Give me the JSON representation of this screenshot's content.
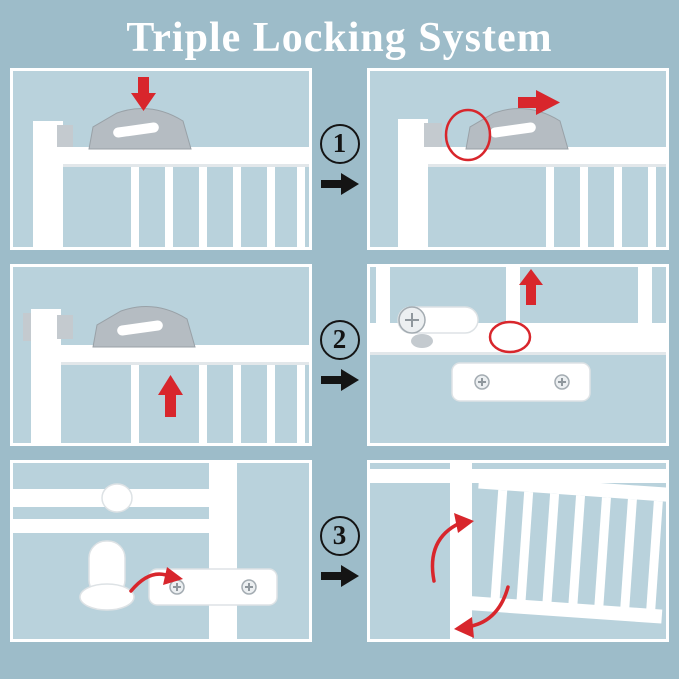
{
  "title": "Triple Locking System",
  "colors": {
    "page_background": "#9dbcc9",
    "panel_background": "#b9d2dc",
    "panel_border": "#ffffff",
    "accent_red": "#d8262c",
    "step_marker": "#141414",
    "gate_white": "#ffffff",
    "handle_gray": "#b5bcc2"
  },
  "steps": [
    {
      "number": "1",
      "marker_icon": "circled-number",
      "arrow_icon": "black-right-arrow",
      "panels": [
        {
          "illustration": "gate-handle-press-down",
          "arrow": "red-arrow-down"
        },
        {
          "illustration": "gate-handle-slide-right",
          "arrow": "red-arrow-right",
          "highlight": "red-circle-latch"
        }
      ]
    },
    {
      "number": "2",
      "marker_icon": "circled-number",
      "arrow_icon": "black-right-arrow",
      "panels": [
        {
          "illustration": "gate-handle-lift-up",
          "arrow": "red-arrow-up"
        },
        {
          "illustration": "latch-closeup-with-screws",
          "arrow": "red-arrow-up",
          "highlight": "red-circle-latch"
        }
      ]
    },
    {
      "number": "3",
      "marker_icon": "circled-number",
      "arrow_icon": "black-right-arrow",
      "panels": [
        {
          "illustration": "bottom-pedal-lock",
          "arrow": "red-curved-arrow"
        },
        {
          "illustration": "gate-swings-open",
          "arrow": "red-curved-arrows-both-ways"
        }
      ]
    }
  ]
}
